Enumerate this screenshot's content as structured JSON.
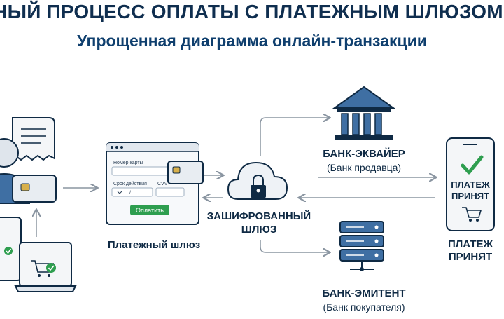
{
  "header": {
    "title": "БЕЗОПАСНЫЙ ПРОЦЕСС ОПЛАТЫ С ПЛАТЕЖНЫМ ШЛЮЗОМ",
    "subtitle": "Упрощенная диаграмма онлайн-транзакции"
  },
  "gateway_form": {
    "card_number_label": "Номер карты",
    "expiry_label": "Срок действия",
    "cvv_label": "CVV",
    "slash": "/",
    "pay_button": "Оплатить",
    "caption": "Платежный шлюз"
  },
  "encrypted_gateway": {
    "label_line1": "ЗАШИФРОВАННЫЙ",
    "label_line2": "ШЛЮЗ"
  },
  "acquirer_bank": {
    "title": "БАНК-ЭКВАЙЕР",
    "subtitle": "(Банк продавца)"
  },
  "issuer_bank": {
    "title": "БАНК-ЭМИТЕНТ",
    "subtitle": "(Банк покупателя)"
  },
  "confirmation": {
    "screen_line1": "ПЛАТЕЖ",
    "screen_line2": "ПРИНЯТ",
    "caption_line1": "ПЛАТЕЖ",
    "caption_line2": "ПРИНЯТ"
  },
  "colors": {
    "navy": "#0f2a44",
    "accent_blue": "#3f6fa3",
    "success_green": "#2e9e4f",
    "arrow_gray": "#8a95a1"
  }
}
